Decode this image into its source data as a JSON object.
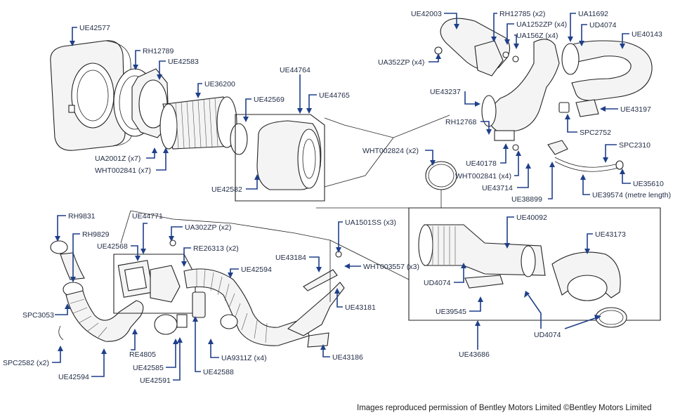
{
  "labels": {
    "UE42577": "UE42577",
    "RH12789": "RH12789",
    "UE42583": "UE42583",
    "UE36200": "UE36200",
    "UE44764": "UE44764",
    "UE42569": "UE42569",
    "UE44765": "UE44765",
    "UA2001Z": "UA2001Z (x7)",
    "WHT002841x7": "WHT002841 (x7)",
    "UE42582": "UE42582",
    "UE42003": "UE42003",
    "RH12785": "RH12785 (x2)",
    "UA1252ZP": "UA1252ZP (x4)",
    "UA156Z": "UA156Z (x4)",
    "UA352ZP": "UA352ZP (x4)",
    "UA11692": "UA11692",
    "UD4074top": "UD4074",
    "UE40143": "UE40143",
    "UE43237": "UE43237",
    "UE43197": "UE43197",
    "SPC2752": "SPC2752",
    "RH12768": "RH12768",
    "SPC2310": "SPC2310",
    "WHT002824": "WHT002824 (x2)",
    "UE40178": "UE40178",
    "WHT002841x4": "WHT002841 (x4)",
    "UE43714": "UE43714",
    "UE35610": "UE35610",
    "UE38899": "UE38899",
    "UE39574": "UE39574 (metre length)",
    "RH9831": "RH9831",
    "UE44771": "UE44771",
    "UA302ZP": "UA302ZP (x2)",
    "RH9829": "RH9829",
    "UE42568": "UE42568",
    "RE26313": "RE26313 (x2)",
    "UE42594mid": "UE42594",
    "UA1501SS": "UA1501SS (x3)",
    "UE43184": "UE43184",
    "WHT003557": "WHT003557 (x3)",
    "UE40092": "UE40092",
    "UE43173": "UE43173",
    "UD4074mid": "UD4074",
    "UE43181": "UE43181",
    "UE39545": "UE39545",
    "UD4074bot": "UD4074",
    "SPC3053": "SPC3053",
    "RE4805": "RE4805",
    "UE43686": "UE43686",
    "SPC2582": "SPC2582 (x2)",
    "UE42585": "UE42585",
    "UA9311Z": "UA9311Z (x4)",
    "UE43186": "UE43186",
    "UE42594bot": "UE42594",
    "UE42591": "UE42591",
    "UE42588": "UE42588"
  },
  "credit": "Images reproduced permission of Bentley Motors Limited ©Bentley Motors Limited"
}
